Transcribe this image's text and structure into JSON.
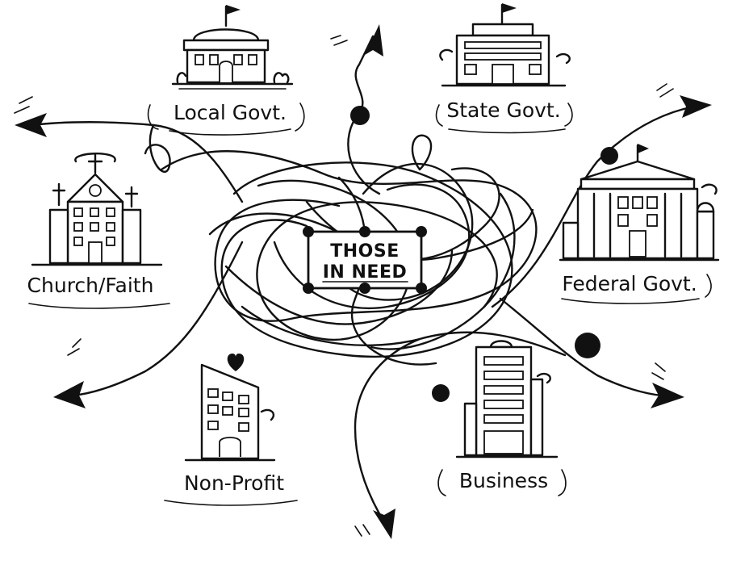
{
  "center": {
    "line1": "THOSE",
    "line2": "IN NEED"
  },
  "nodes": [
    {
      "id": "local",
      "label": "Local Govt.",
      "icon": "domed-hall-icon"
    },
    {
      "id": "state",
      "label": "State Govt.",
      "icon": "state-building-icon"
    },
    {
      "id": "federal",
      "label": "Federal Govt.",
      "icon": "capitol-building-icon"
    },
    {
      "id": "church",
      "label": "Church/Faith",
      "icon": "church-icon"
    },
    {
      "id": "nonprofit",
      "label": "Non-Profit",
      "icon": "heart-building-icon"
    },
    {
      "id": "business",
      "label": "Business",
      "icon": "office-tower-icon"
    }
  ],
  "colors": {
    "ink": "#111111",
    "background": "#ffffff"
  }
}
